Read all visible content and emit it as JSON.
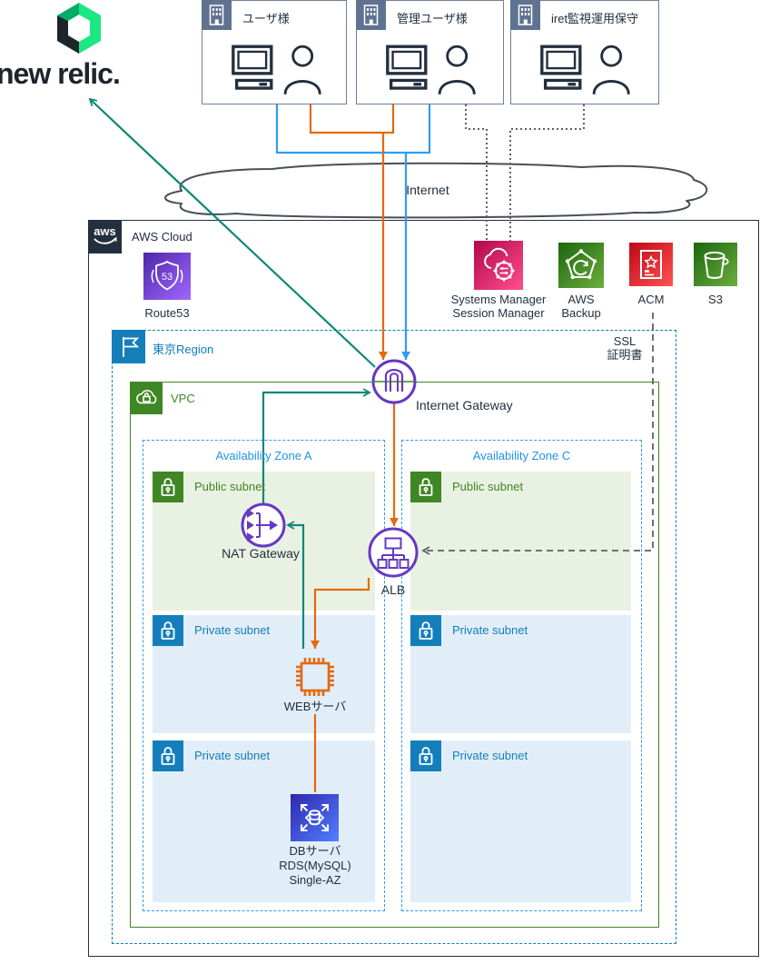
{
  "colors": {
    "flow_user_blue": "#2e9df5",
    "flow_admin_orange": "#e4690f",
    "flow_outbound_teal": "#0e8877",
    "flow_ops_gray": "#5a6066",
    "aws_dark": "#232f3e",
    "region_blue": "#0a7ec2",
    "vpc_green": "#3f8624",
    "az_blue": "#2e9bf5",
    "subnet_public_fill": "#e9f2e2",
    "subnet_private_fill": "#e1eef8",
    "network_purple": "#6638c4",
    "ec2_orange": "#e4690f",
    "new_relic_green": "#1ce783"
  },
  "icons": {
    "new_relic_logo": "hexagon-cube",
    "actor_header": "office-building",
    "actor_art": "workstation-and-person",
    "internet": "cloud-outline",
    "aws_cloud": "aws-smile-logo",
    "route53": "shield-53",
    "ssm": "cloud-gear",
    "backup": "pentagon-refresh",
    "acm": "certificate-star",
    "s3": "bucket",
    "region": "flag",
    "vpc": "cloud-lock",
    "public_subnet": "padlock-green",
    "private_subnet": "padlock-blue",
    "igw": "gateway-arch-circle",
    "nat": "nat-fanin-circle",
    "alb": "load-balancer-circle",
    "web": "ec2-chip",
    "db": "rds-database"
  },
  "external": {
    "new_relic": {
      "wordmark": "new relic."
    },
    "actors": [
      {
        "title": "ユーザ様"
      },
      {
        "title": "管理ユーザ様"
      },
      {
        "title": "iret監視運用保守"
      }
    ],
    "internet": {
      "label": "Internet"
    }
  },
  "aws": {
    "logo_text": "aws",
    "cloud_label": "AWS Cloud",
    "services": {
      "route53": {
        "label": "Route53",
        "badge": "53"
      },
      "ssm": {
        "line1": "Systems Manager",
        "line2": "Session Manager"
      },
      "backup": {
        "line1": "AWS",
        "line2": "Backup"
      },
      "acm": {
        "label": "ACM"
      },
      "s3": {
        "label": "S3"
      }
    },
    "ssl_note": {
      "line1": "SSL",
      "line2": "証明書"
    },
    "region": {
      "label": "東京Region",
      "vpc": {
        "label": "VPC",
        "igw_label": "Internet Gateway",
        "alb_label": "ALB",
        "az_a": {
          "label": "Availability Zone A",
          "public_subnet_label": "Public subnet",
          "nat_label": "NAT Gateway",
          "private_subnet1_label": "Private subnet",
          "web_label": "WEBサーバ",
          "private_subnet2_label": "Private subnet",
          "db_label1": "DBサーバ",
          "db_label2": "RDS(MySQL)",
          "db_label3": "Single-AZ"
        },
        "az_c": {
          "label": "Availability Zone C",
          "public_subnet_label": "Public subnet",
          "private_subnet1_label": "Private subnet",
          "private_subnet2_label": "Private subnet"
        }
      }
    }
  }
}
